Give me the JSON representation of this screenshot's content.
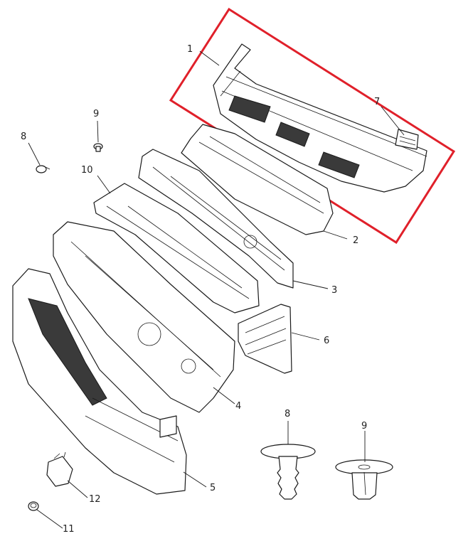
{
  "highlight": {
    "color": "#e0202a"
  },
  "callouts": [
    {
      "id": "c1",
      "label": "1"
    },
    {
      "id": "c2",
      "label": "2"
    },
    {
      "id": "c3",
      "label": "3"
    },
    {
      "id": "c4",
      "label": "4"
    },
    {
      "id": "c5",
      "label": "5"
    },
    {
      "id": "c6",
      "label": "6"
    },
    {
      "id": "c7",
      "label": "7"
    },
    {
      "id": "c8a",
      "label": "8"
    },
    {
      "id": "c8b",
      "label": "8"
    },
    {
      "id": "c9a",
      "label": "9"
    },
    {
      "id": "c9b",
      "label": "9"
    },
    {
      "id": "c10",
      "label": "10"
    },
    {
      "id": "c11",
      "label": "11"
    },
    {
      "id": "c12",
      "label": "12"
    }
  ]
}
